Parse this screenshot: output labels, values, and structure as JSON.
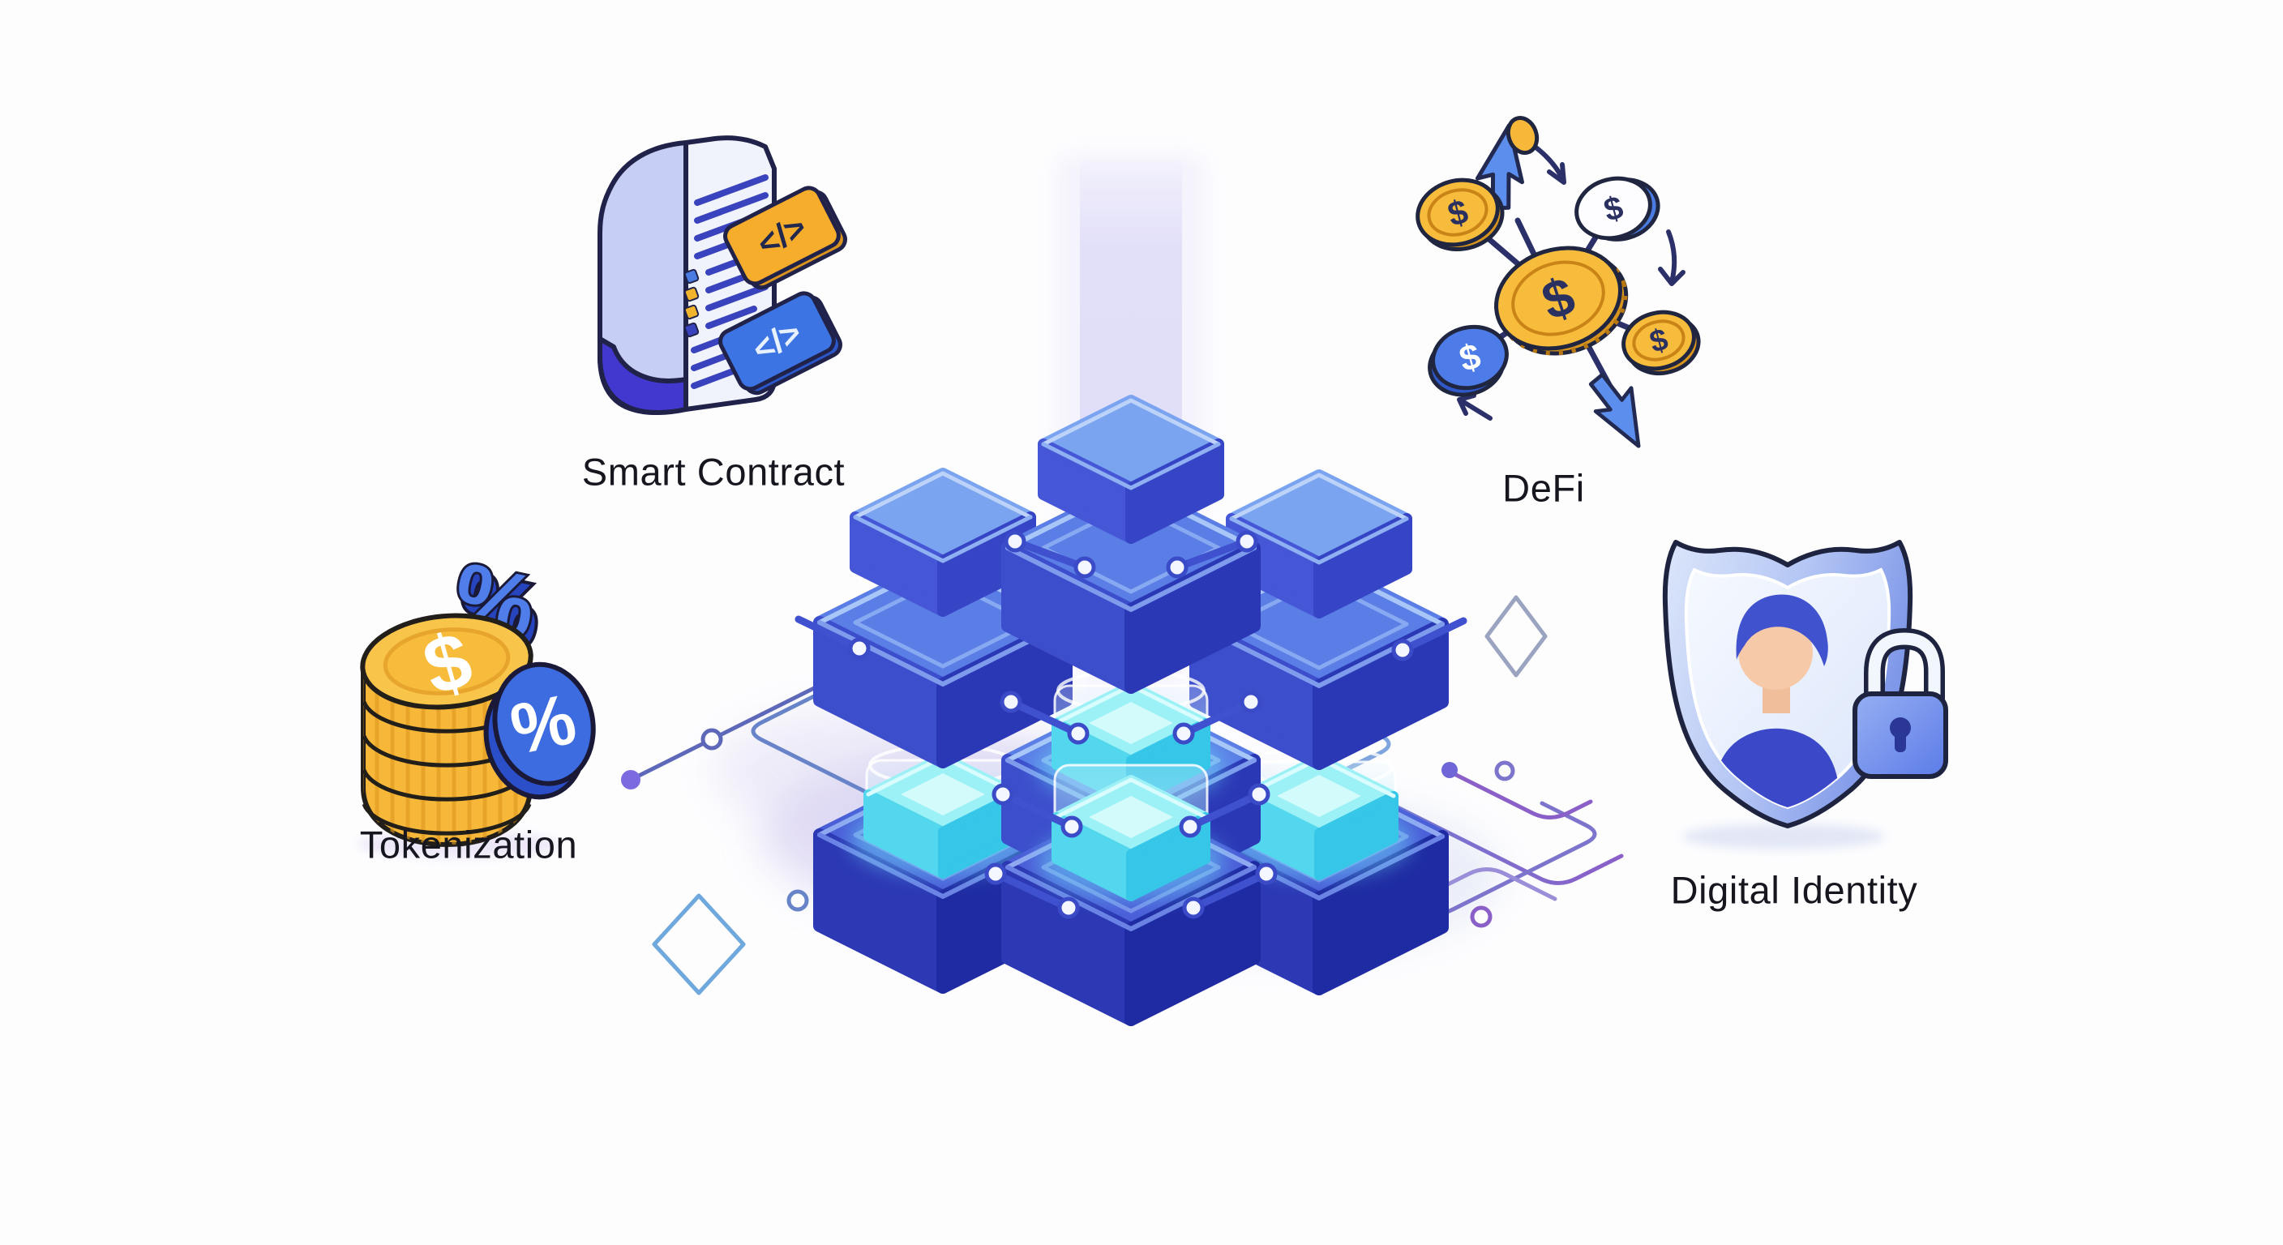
{
  "page": {
    "title": "Blockchain technology concept illustration",
    "background": "#fdfdfe"
  },
  "labels": {
    "smart_contract": "Smart Contract",
    "defi": "DeFi",
    "tokenization": "Tokenization",
    "digital_identity": "Digital Identity"
  },
  "symbols": {
    "code": "</>",
    "dollar": "$",
    "percent": "%"
  },
  "colors": {
    "cube_top": "#5b7ee6",
    "cube_side_left": "#3c4ecc",
    "cube_side_right": "#2b38b6",
    "cap_top": "#7ba4f0",
    "glow_cyan": "#53d7ee",
    "coin_gold": "#f7bc3c",
    "coin_gold_rim": "#d8951e",
    "badge_yellow": "#f6ad2b",
    "badge_blue": "#3d74e4",
    "circuit_blue": "#7fa6dc",
    "circuit_indigo": "#5e68b8",
    "circuit_purple": "#8a5fc8",
    "shadow_lavender": "#c9c0ec",
    "text_dark": "#16161f"
  }
}
